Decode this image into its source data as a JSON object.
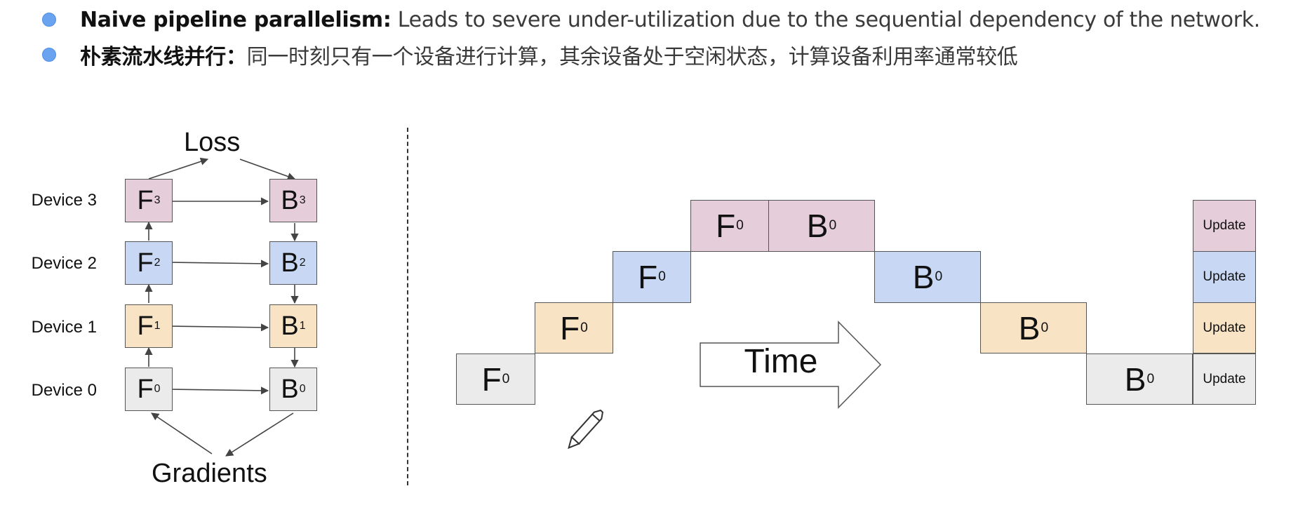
{
  "bullets": [
    {
      "bold": "Naive pipeline parallelism:",
      "text": " Leads to severe under-utilization due to the sequential dependency of the network."
    },
    {
      "bold": "朴素流水线并行：",
      "text": "同一时刻只有一个设备进行计算，其余设备处于空闲状态，计算设备利用率通常较低"
    }
  ],
  "left_diagram": {
    "loss_label": "Loss",
    "gradients_label": "Gradients",
    "devices": [
      {
        "label": "Device 3",
        "forward": "F",
        "backward": "B",
        "index": "3"
      },
      {
        "label": "Device 2",
        "forward": "F",
        "backward": "B",
        "index": "2"
      },
      {
        "label": "Device 1",
        "forward": "F",
        "backward": "B",
        "index": "1"
      },
      {
        "label": "Device 0",
        "forward": "F",
        "backward": "B",
        "index": "0"
      }
    ]
  },
  "timeline": {
    "time_label": "Time",
    "forward_letter": "F",
    "backward_letter": "B",
    "microbatch_index": "0",
    "update_label": "Update"
  },
  "colors": {
    "device3": "#e5cdd9",
    "device2": "#c8d8f4",
    "device1": "#f8e3c4",
    "device0": "#ebebeb",
    "bullet": "#6aa3ef"
  },
  "icons": [
    "pencil-icon",
    "arrow-right-icon"
  ]
}
